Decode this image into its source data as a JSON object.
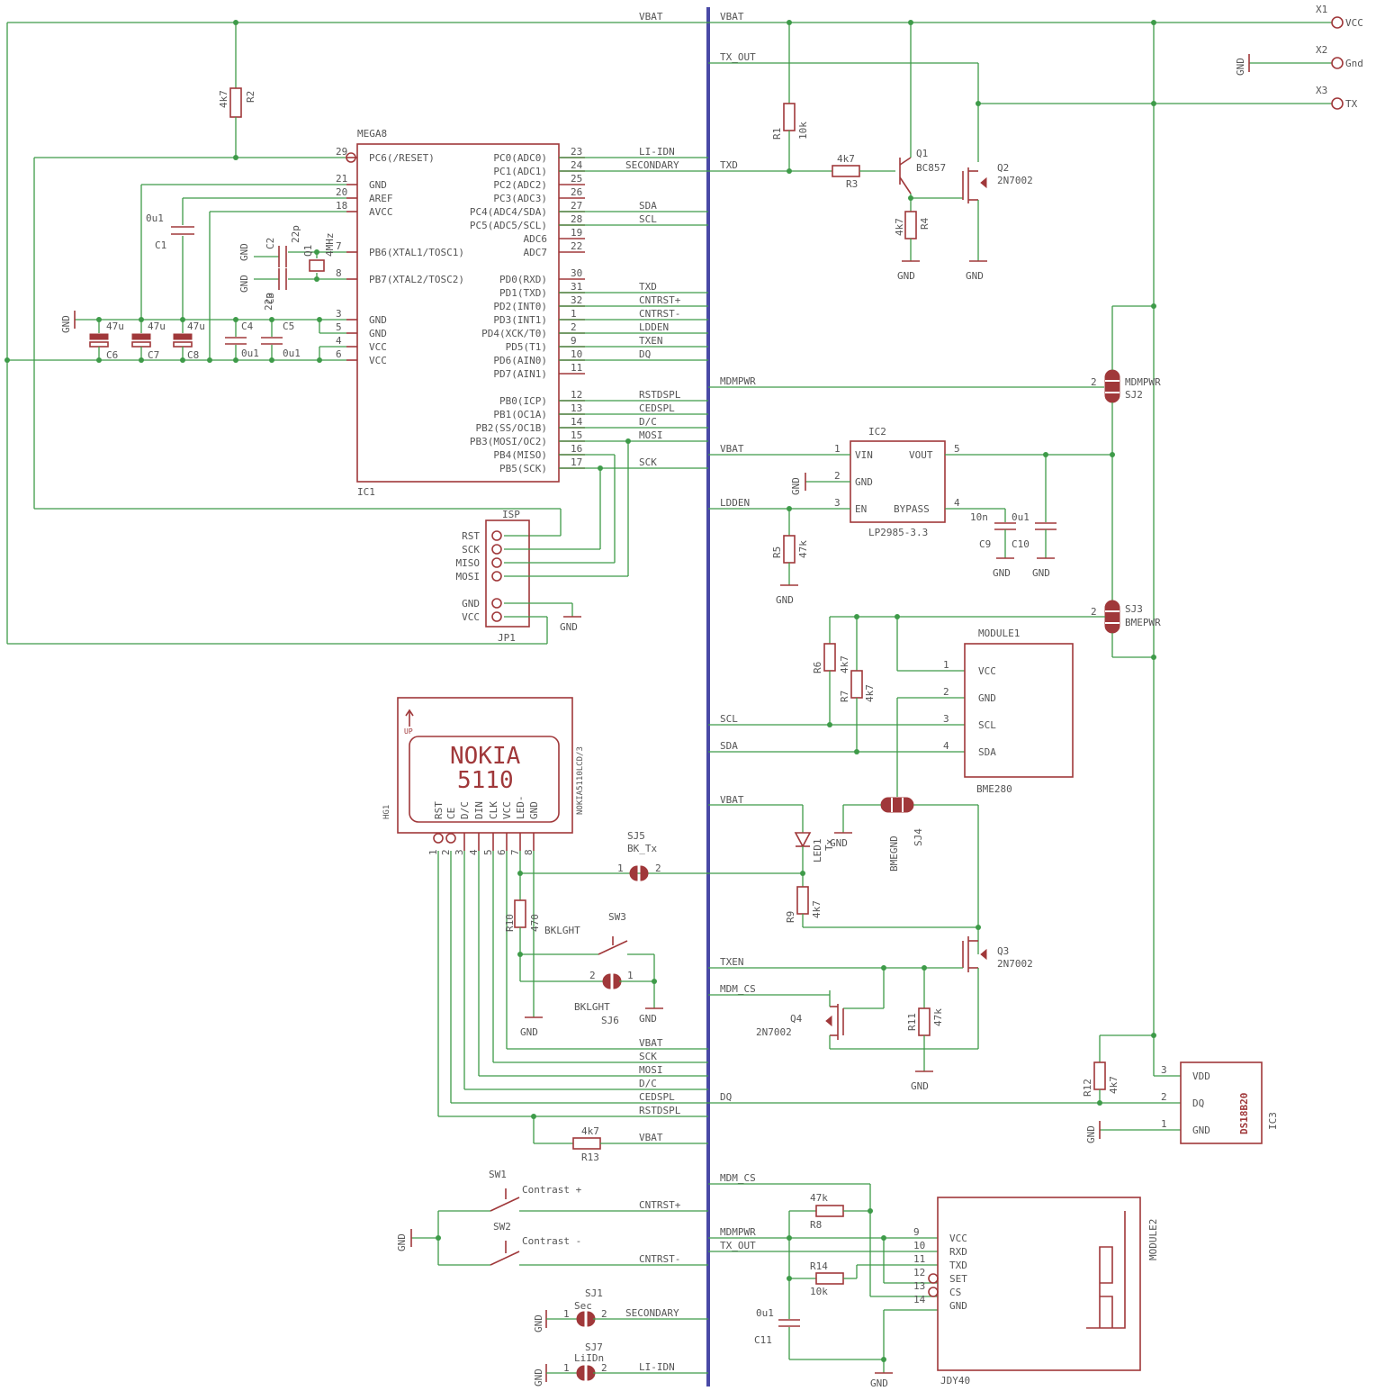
{
  "colors": {
    "wire": "#3e9b49",
    "component": "#a0383a",
    "bus": "#4a4aa6",
    "text": "#555555"
  },
  "nets": {
    "vbat": "VBAT",
    "tx_out": "TX_OUT",
    "txd": "TXD",
    "li_idn": "LI-IDN",
    "secondary": "SECONDARY",
    "sda": "SDA",
    "scl": "SCL",
    "cntrst_p": "CNTRST+",
    "cntrst_m": "CNTRST-",
    "lddeN": "LDDEN",
    "txen": "TXEN",
    "dq": "DQ",
    "rstdspl": "RSTDSPL",
    "cedspl": "CEDSPL",
    "dc": "D/C",
    "mosi": "MOSI",
    "sck": "SCK",
    "mdmpwr": "MDMPWR",
    "mdm_cs": "MDM_CS",
    "gnd": "GND",
    "vcc": "VCC"
  },
  "connectors": {
    "x1": {
      "name": "X1",
      "label": "VCC"
    },
    "x2": {
      "name": "X2",
      "label": "Gnd"
    },
    "x3": {
      "name": "X3",
      "label": "TX"
    }
  },
  "ic1": {
    "name": "MEGA8",
    "ref": "IC1",
    "left_pins": [
      {
        "label": "PC6(/RESET)",
        "num": "29"
      },
      {
        "label": "GND",
        "num": "21"
      },
      {
        "label": "AREF",
        "num": "20"
      },
      {
        "label": "AVCC",
        "num": "18"
      },
      {
        "label": "PB6(XTAL1/TOSC1)",
        "num": "7"
      },
      {
        "label": "PB7(XTAL2/TOSC2)",
        "num": "8"
      },
      {
        "label": "GND",
        "num": "3"
      },
      {
        "label": "GND",
        "num": "5"
      },
      {
        "label": "VCC",
        "num": "4"
      },
      {
        "label": "VCC",
        "num": "6"
      }
    ],
    "right_pins": [
      {
        "label": "PC0(ADC0)",
        "num": "23"
      },
      {
        "label": "PC1(ADC1)",
        "num": "24"
      },
      {
        "label": "PC2(ADC2)",
        "num": "25"
      },
      {
        "label": "PC3(ADC3)",
        "num": "26"
      },
      {
        "label": "PC4(ADC4/SDA)",
        "num": "27"
      },
      {
        "label": "PC5(ADC5/SCL)",
        "num": "28"
      },
      {
        "label": "ADC6",
        "num": "19"
      },
      {
        "label": "ADC7",
        "num": "22"
      },
      {
        "label": "PD0(RXD)",
        "num": "30"
      },
      {
        "label": "PD1(TXD)",
        "num": "31"
      },
      {
        "label": "PD2(INT0)",
        "num": "32"
      },
      {
        "label": "PD3(INT1)",
        "num": "1"
      },
      {
        "label": "PD4(XCK/T0)",
        "num": "2"
      },
      {
        "label": "PD5(T1)",
        "num": "9"
      },
      {
        "label": "PD6(AIN0)",
        "num": "10"
      },
      {
        "label": "PD7(AIN1)",
        "num": "11"
      },
      {
        "label": "PB0(ICP)",
        "num": "12"
      },
      {
        "label": "PB1(OC1A)",
        "num": "13"
      },
      {
        "label": "PB2(SS/OC1B)",
        "num": "14"
      },
      {
        "label": "PB3(MOSI/OC2)",
        "num": "15"
      },
      {
        "label": "PB4(MISO)",
        "num": "16"
      },
      {
        "label": "PB5(SCK)",
        "num": "17"
      }
    ]
  },
  "passives": {
    "r1": {
      "ref": "R1",
      "value": "10k"
    },
    "r2": {
      "ref": "R2",
      "value": "4k7"
    },
    "r3": {
      "ref": "R3",
      "value": "4k7"
    },
    "r4": {
      "ref": "R4",
      "value": "4k7"
    },
    "r5": {
      "ref": "R5",
      "value": "47k"
    },
    "r6": {
      "ref": "R6",
      "value": "4k7"
    },
    "r7": {
      "ref": "R7",
      "value": "4k7"
    },
    "r8": {
      "ref": "R8",
      "value": "47k"
    },
    "r9": {
      "ref": "R9",
      "value": "4k7"
    },
    "r10": {
      "ref": "R10",
      "value": "470"
    },
    "r11": {
      "ref": "R11",
      "value": "47k"
    },
    "r12": {
      "ref": "R12",
      "value": "4k7"
    },
    "r13": {
      "ref": "R13",
      "value": "4k7"
    },
    "r14": {
      "ref": "R14",
      "value": "10k"
    },
    "c1": {
      "ref": "C1",
      "value": "0u1"
    },
    "c2": {
      "ref": "C2",
      "value": "22p"
    },
    "c3": {
      "ref": "C3",
      "value": "22p"
    },
    "c4": {
      "ref": "C4",
      "value": "0u1"
    },
    "c5": {
      "ref": "C5",
      "value": "0u1"
    },
    "c6": {
      "ref": "C6",
      "value": "47u"
    },
    "c7": {
      "ref": "C7",
      "value": "47u"
    },
    "c8": {
      "ref": "C8",
      "value": "47u"
    },
    "c9": {
      "ref": "C9",
      "value": "10n"
    },
    "c10": {
      "ref": "C10",
      "value": "0u1"
    },
    "c11": {
      "ref": "C11",
      "value": "0u1"
    },
    "q1": {
      "ref": "Q1",
      "value": "4MHz"
    }
  },
  "transistors": {
    "q1": {
      "ref": "Q1",
      "value": "BC857"
    },
    "q2": {
      "ref": "Q2",
      "value": "2N7002"
    },
    "q3": {
      "ref": "Q3",
      "value": "2N7002"
    },
    "q4": {
      "ref": "Q4",
      "value": "2N7002"
    }
  },
  "isp": {
    "name": "ISP",
    "ref": "JP1",
    "pins": [
      "RST",
      "SCK",
      "MISO",
      "MOSI",
      "GND",
      "VCC"
    ]
  },
  "ic2": {
    "ref": "IC2",
    "part": "LP2985-3.3",
    "pins": [
      {
        "label": "VIN",
        "num": "1"
      },
      {
        "label": "GND",
        "num": "2"
      },
      {
        "label": "EN",
        "num": "3"
      },
      {
        "label": "VOUT",
        "num": "5"
      },
      {
        "label": "BYPASS",
        "num": "4"
      }
    ]
  },
  "jumpers": {
    "sj1": {
      "ref": "SJ1",
      "value": "Sec"
    },
    "sj2": {
      "ref": "SJ2",
      "value": "MDMPWR"
    },
    "sj3": {
      "ref": "SJ3",
      "value": "BMEPWR"
    },
    "sj4": {
      "ref": "SJ4",
      "value": "BMEGND"
    },
    "sj5": {
      "ref": "SJ5",
      "value": "BK_Tx"
    },
    "sj6": {
      "ref": "SJ6",
      "value": "BKLGHT"
    },
    "sj7": {
      "ref": "SJ7",
      "value": "LiIDn"
    }
  },
  "module1": {
    "name": "MODULE1",
    "part": "BME280",
    "pins": [
      {
        "label": "VCC",
        "num": "1"
      },
      {
        "label": "GND",
        "num": "2"
      },
      {
        "label": "SCL",
        "num": "3"
      },
      {
        "label": "SDA",
        "num": "4"
      }
    ]
  },
  "module2": {
    "name": "MODULE2",
    "part": "JDY40",
    "pins": [
      {
        "label": "VCC",
        "num": "9"
      },
      {
        "label": "RXD",
        "num": "10"
      },
      {
        "label": "TXD",
        "num": "11"
      },
      {
        "label": "SET",
        "num": "12"
      },
      {
        "label": "CS",
        "num": "13"
      },
      {
        "label": "GND",
        "num": "14"
      }
    ]
  },
  "ic3": {
    "ref": "IC3",
    "part": "DS18B20",
    "pins": [
      {
        "label": "VDD",
        "num": "3"
      },
      {
        "label": "DQ",
        "num": "2"
      },
      {
        "label": "GND",
        "num": "1"
      }
    ]
  },
  "lcd": {
    "title1": "NOKIA",
    "title2": "5110",
    "side_label": "NOKIA5110LCD/3",
    "ref": "HG1",
    "up": "UP",
    "pins": [
      "RST",
      "CE",
      "D/C",
      "DIN",
      "CLK",
      "VCC",
      "LED-",
      "GND"
    ]
  },
  "switches": {
    "sw1": {
      "ref": "SW1",
      "value": "Contrast +"
    },
    "sw2": {
      "ref": "SW2",
      "value": "Contrast -"
    },
    "sw3": {
      "ref": "SW3",
      "value": "BKLGHT"
    }
  },
  "led1": {
    "ref": "LED1",
    "value": "Tx"
  }
}
